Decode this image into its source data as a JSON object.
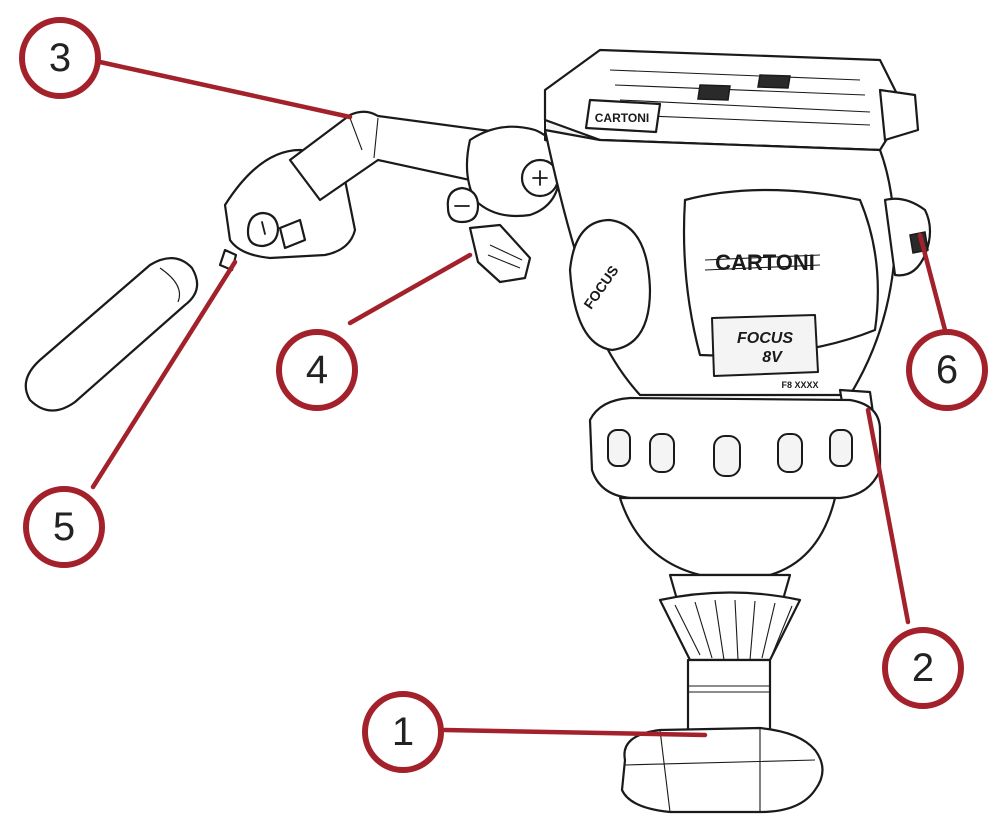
{
  "callouts": [
    {
      "id": "1",
      "label": "1"
    },
    {
      "id": "2",
      "label": "2"
    },
    {
      "id": "3",
      "label": "3"
    },
    {
      "id": "4",
      "label": "4"
    },
    {
      "id": "5",
      "label": "5"
    },
    {
      "id": "6",
      "label": "6"
    }
  ],
  "product_markings": {
    "brand": "CARTONI",
    "model_line1": "FOCUS",
    "model_line2": "8V",
    "serial": "F8 XXXX"
  },
  "colors": {
    "callout_stroke": "#a3212b",
    "line_art": "#1a1a1a",
    "background": "#ffffff"
  }
}
